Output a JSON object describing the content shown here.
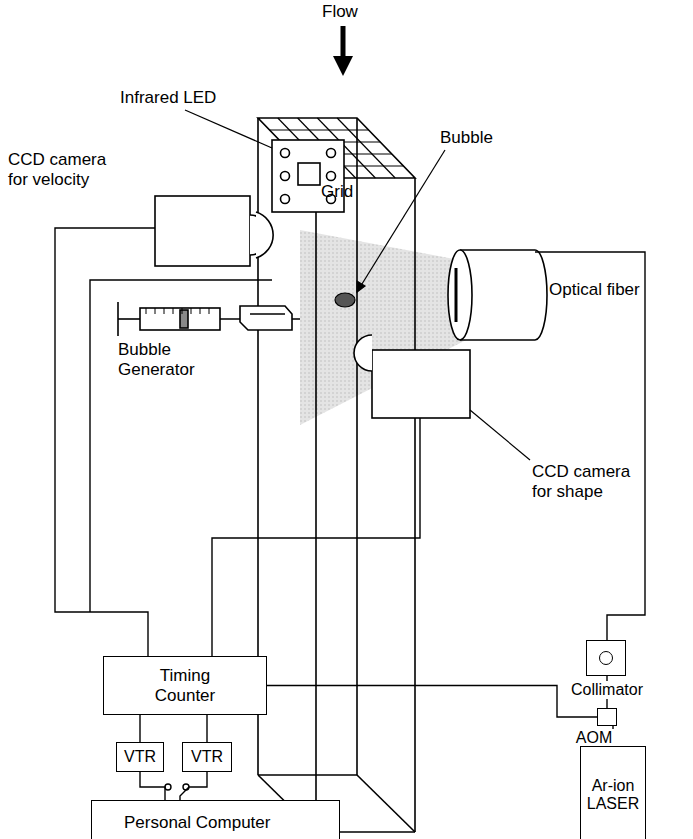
{
  "diagram": {
    "nodes": [
      {
        "text": [
          "Timing Counter"
        ]
      },
      {
        "text": [
          "VTR"
        ]
      },
      {
        "text": [
          "VTR"
        ]
      },
      {
        "text": [
          "Personal Computer"
        ]
      },
      {
        "text": [
          "Collimator"
        ]
      },
      {
        "text": [
          "AOM"
        ]
      },
      {
        "text": [
          "Ar-ion LASER"
        ]
      }
    ],
    "edges": [
      {
        "from": 0,
        "to": 1,
        "arrow": "none"
      },
      {
        "from": 0,
        "to": 2,
        "arrow": "none"
      },
      {
        "from": 1,
        "to": 3,
        "arrow": "none"
      },
      {
        "from": 2,
        "to": 3,
        "arrow": "none"
      },
      {
        "from": 0,
        "to": 5,
        "arrow": "none"
      },
      {
        "from": 4,
        "to": 5,
        "arrow": "none"
      },
      {
        "from": 5,
        "to": 6,
        "arrow": "none"
      }
    ],
    "labels": [
      "Flow",
      "Grid",
      "Infrared LED",
      "CCD camera for velocity",
      "Bubble",
      "Optical fiber",
      "Bubble Generator",
      "CCD camera for shape"
    ]
  }
}
